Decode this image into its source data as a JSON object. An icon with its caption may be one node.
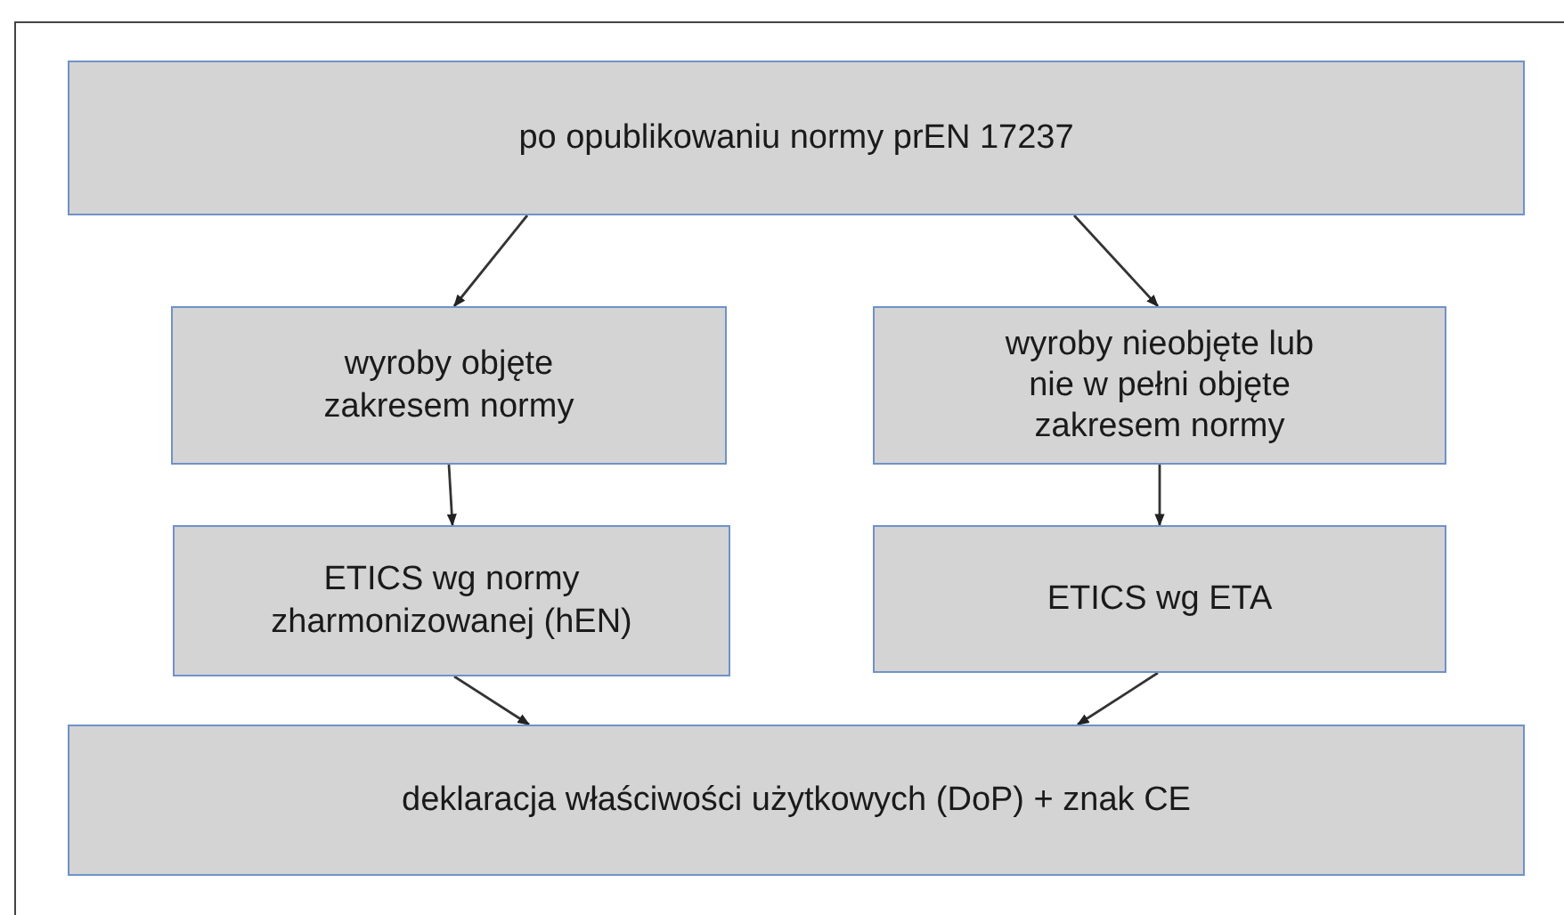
{
  "diagram": {
    "nodes": [
      {
        "text": [
          "po opublikowaniu normy prEN 17237"
        ]
      },
      {
        "text": [
          "wyroby objęte zakresem normy"
        ]
      },
      {
        "text": [
          "wyroby nieobjęte lub nie w pełni objęte zakresem normy"
        ]
      },
      {
        "text": [
          "ETICS wg normy zharmonizowanej (hEN)"
        ]
      },
      {
        "text": [
          "ETICS wg ETA"
        ]
      },
      {
        "text": [
          "deklaracja właściwości użytkowych (DoP) + znak CE"
        ]
      }
    ],
    "edges": [
      {
        "from": 0,
        "to": 1,
        "arrow": "to"
      },
      {
        "from": 0,
        "to": 2,
        "arrow": "to"
      },
      {
        "from": 1,
        "to": 3,
        "arrow": "to"
      },
      {
        "from": 2,
        "to": 4,
        "arrow": "to"
      },
      {
        "from": 3,
        "to": 5,
        "arrow": "to"
      },
      {
        "from": 4,
        "to": 5,
        "arrow": "to"
      }
    ]
  }
}
